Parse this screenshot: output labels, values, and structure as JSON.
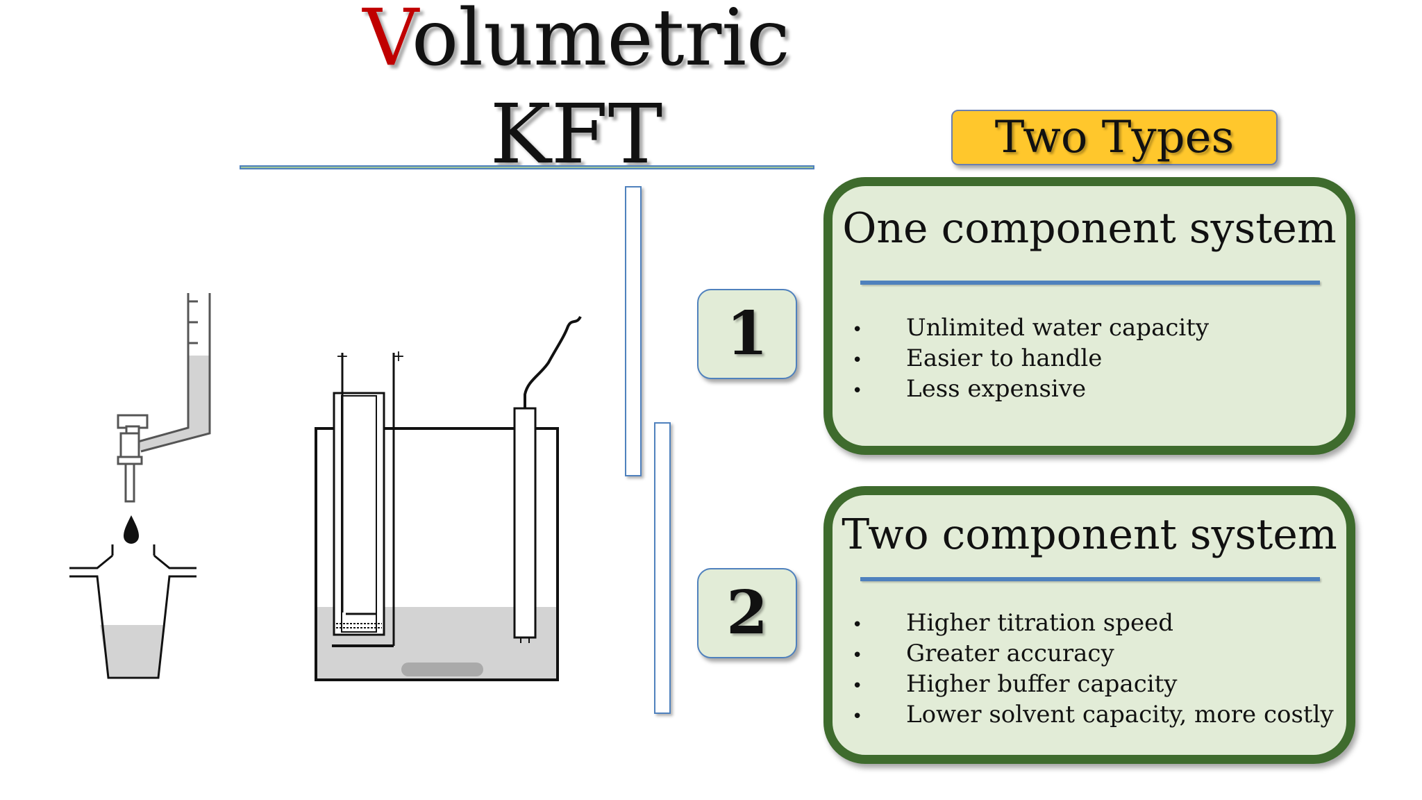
{
  "title": {
    "first_letter": "V",
    "rest": "olumetric",
    "line2": "KFT"
  },
  "badge": "Two Types",
  "types": [
    {
      "number": "1",
      "heading": "One component system",
      "points": [
        "Unlimited water capacity",
        "Easier to handle",
        "Less expensive"
      ]
    },
    {
      "number": "2",
      "heading": "Two component system",
      "points": [
        "Higher titration speed",
        "Greater accuracy",
        "Higher buffer capacity",
        "Lower solvent capacity, more costly"
      ]
    }
  ],
  "electrode_labels": {
    "minus": "−",
    "plus": "+"
  },
  "bullet": "•",
  "colors": {
    "title_accent": "#c00000",
    "badge": "#ffc72c",
    "card_fill": "#e2ecd7",
    "card_border": "#3e6b2d",
    "rule": "#4f81bd"
  }
}
